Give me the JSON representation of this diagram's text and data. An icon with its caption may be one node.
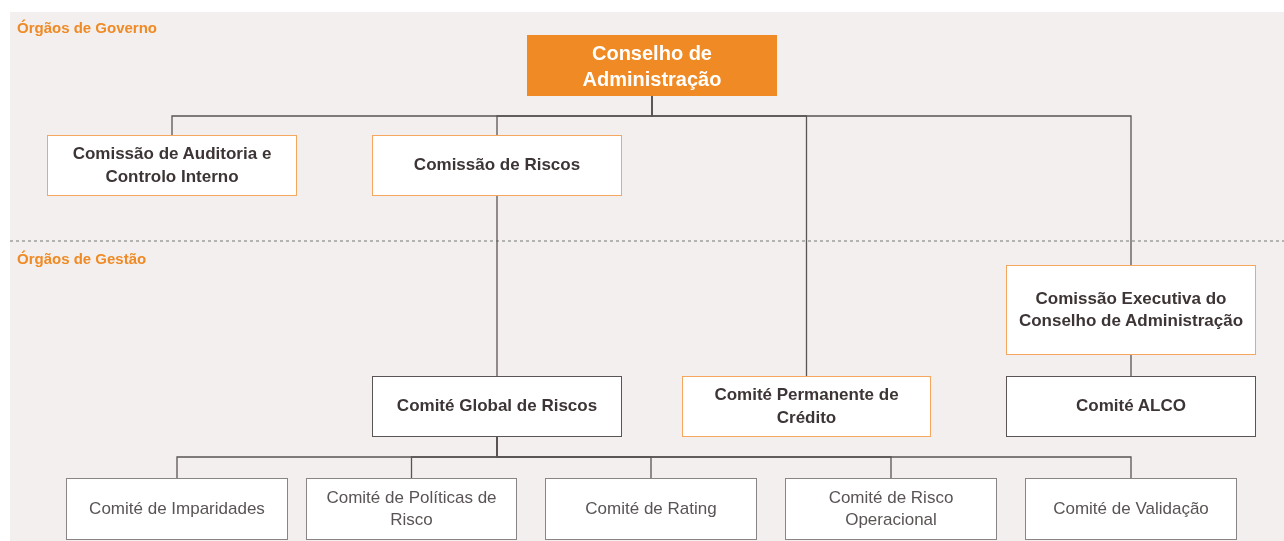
{
  "diagram": {
    "nodes": [
      {
        "text": [
          "Conselho de Administração"
        ]
      },
      {
        "text": [
          "Comissão de Auditoria e Controlo Interno"
        ]
      },
      {
        "text": [
          "Comissão de Riscos"
        ]
      },
      {
        "text": [
          "Comissão Executiva do Conselho de Administração"
        ]
      },
      {
        "text": [
          "Comité Global de Riscos"
        ]
      },
      {
        "text": [
          "Comité Permanente de Crédito"
        ]
      },
      {
        "text": [
          "Comité ALCO"
        ]
      },
      {
        "text": [
          "Comité de Imparidades"
        ]
      },
      {
        "text": [
          "Comité de Políticas de Risco"
        ]
      },
      {
        "text": [
          "Comité de Rating"
        ]
      },
      {
        "text": [
          "Comité de Risco Operacional"
        ]
      },
      {
        "text": [
          "Comité de Validação"
        ]
      }
    ],
    "edges": [
      {
        "from": 0,
        "to": 1,
        "arrow": "none"
      },
      {
        "from": 0,
        "to": 2,
        "arrow": "none"
      },
      {
        "from": 0,
        "to": 5,
        "arrow": "none"
      },
      {
        "from": 0,
        "to": 3,
        "arrow": "none"
      },
      {
        "from": 2,
        "to": 4,
        "arrow": "none"
      },
      {
        "from": 3,
        "to": 6,
        "arrow": "none"
      },
      {
        "from": 4,
        "to": 7,
        "arrow": "none"
      },
      {
        "from": 4,
        "to": 8,
        "arrow": "none"
      },
      {
        "from": 4,
        "to": 9,
        "arrow": "none"
      },
      {
        "from": 4,
        "to": 10,
        "arrow": "none"
      },
      {
        "from": 4,
        "to": 11,
        "arrow": "none"
      }
    ],
    "labels": [
      "Órgãos de Governo",
      "Órgãos de Gestão"
    ]
  }
}
